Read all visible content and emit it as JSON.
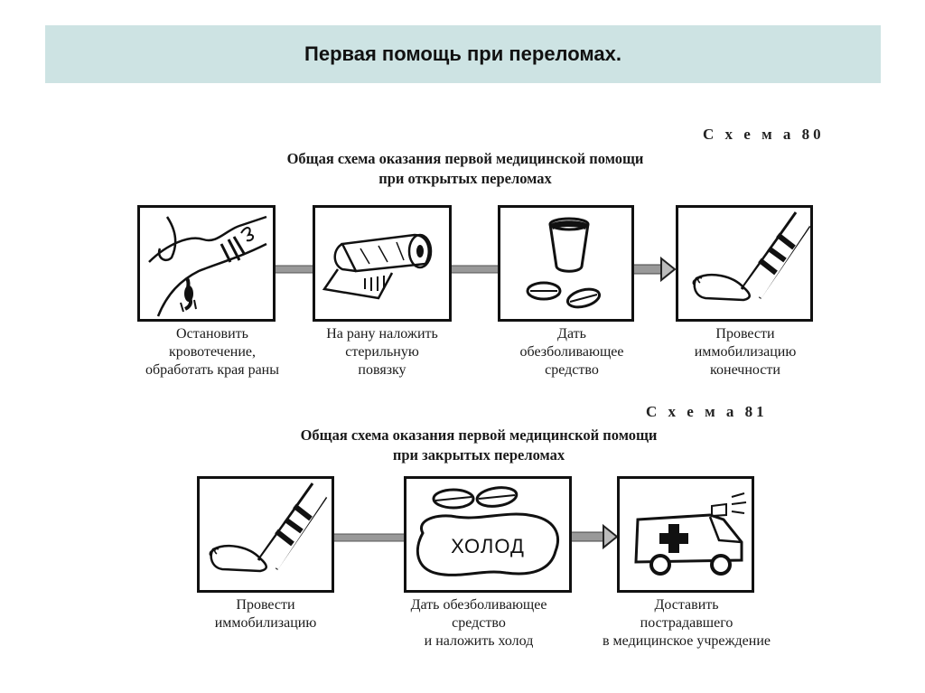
{
  "slide": {
    "title": "Первая помощь при переломах."
  },
  "scheme80": {
    "number": "С х е м а  80",
    "heading_line1": "Общая схема оказания первой медицинской помощи",
    "heading_line2": "при открытых переломах",
    "steps": [
      {
        "icon": "bleeding-arm-icon",
        "caption": [
          "Остановить",
          "кровотечение,",
          "обработать края раны"
        ]
      },
      {
        "icon": "bandage-roll-icon",
        "caption": [
          "На рану наложить",
          "стерильную",
          "повязку"
        ]
      },
      {
        "icon": "pills-cup-icon",
        "caption": [
          "Дать",
          "обезболивающее",
          "средство"
        ]
      },
      {
        "icon": "splinted-leg-icon",
        "caption": [
          "Провести",
          "иммобилизацию",
          "конечности"
        ]
      }
    ]
  },
  "scheme81": {
    "number": "С х е м а  81",
    "heading_line1": "Общая схема оказания  первой медицинской помощи",
    "heading_line2": "при закрытых переломах",
    "steps": [
      {
        "icon": "splinted-leg-icon",
        "caption": [
          "Провести",
          "иммобилизацию"
        ]
      },
      {
        "icon": "cold-pack-pills-icon",
        "label": "ХОЛОД",
        "caption": [
          "Дать обезболивающее",
          "средство",
          "и наложить холод"
        ]
      },
      {
        "icon": "ambulance-icon",
        "caption": [
          "Доставить",
          "пострадавшего",
          "в медицинское учреждение"
        ]
      }
    ]
  }
}
